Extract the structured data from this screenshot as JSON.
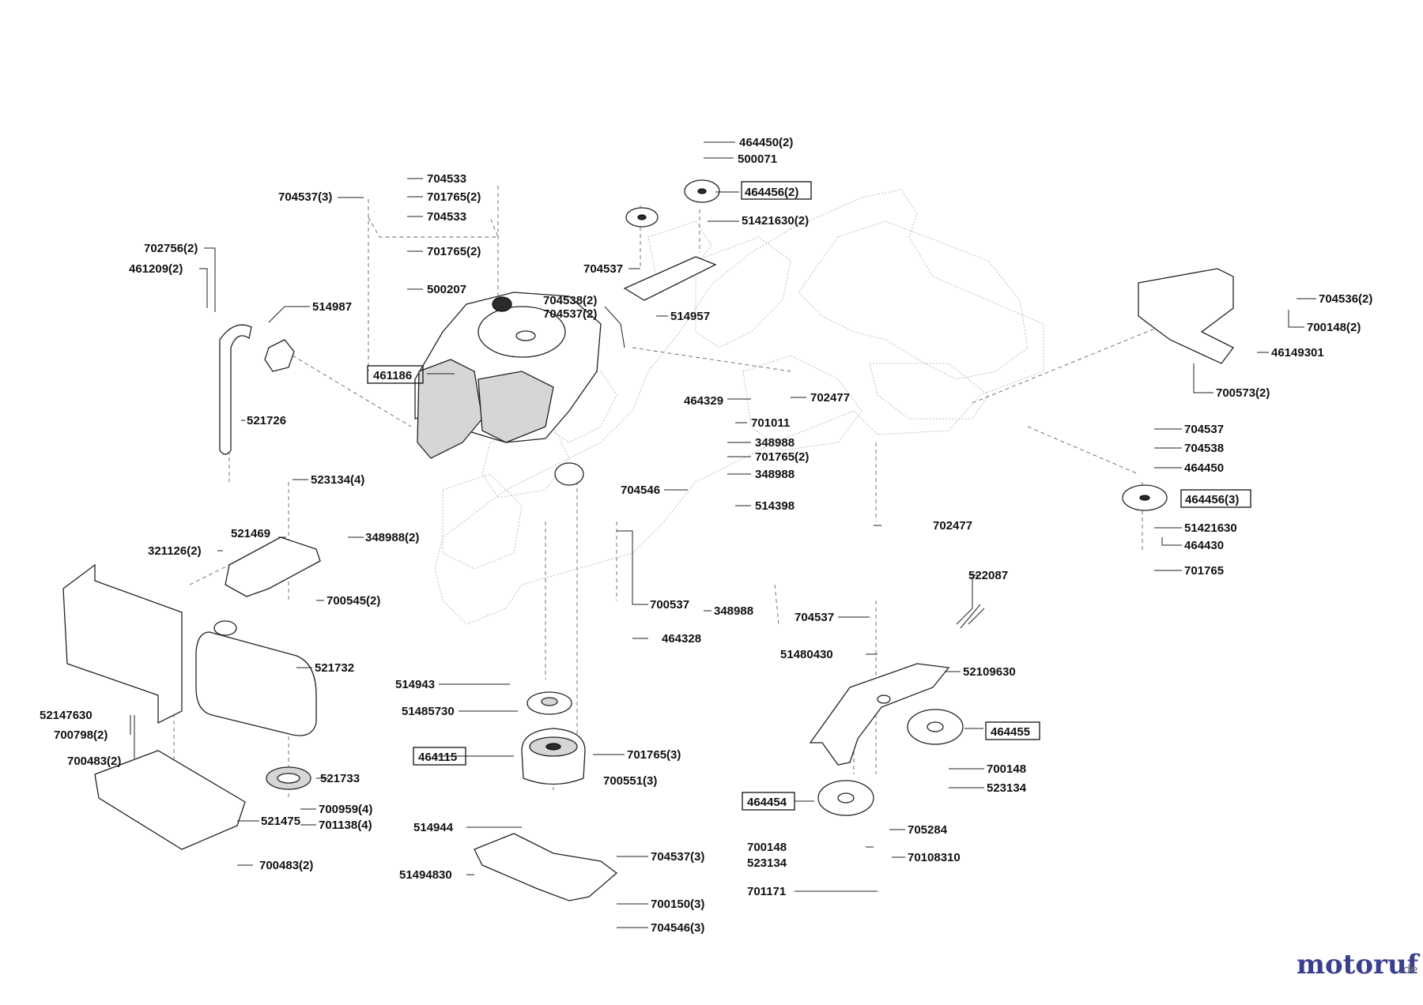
{
  "labels": [
    "464450(2)",
    "500071",
    "464456(2)",
    "51421630(2)",
    "704533",
    "701765(2)",
    "704533",
    "701765(2)",
    "500207",
    "704537(3)",
    "702756(2)",
    "461209(2)",
    "514987",
    "704537",
    "704538(2)",
    "704537(2)",
    "514957",
    "461186",
    "521726",
    "464329",
    "702477",
    "701011",
    "348988",
    "701765(2)",
    "348988",
    "704546",
    "514398",
    "523134(4)",
    "521469",
    "348988(2)",
    "321126(2)",
    "700545(2)",
    "702477",
    "700537",
    "348988",
    "464328",
    "704537",
    "522087",
    "51480430",
    "52109630",
    "521732",
    "514943",
    "51485730",
    "52147630",
    "700798(2)",
    "464115",
    "701765(3)",
    "700551(3)",
    "700483(2)",
    "521733",
    "464455",
    "700148",
    "523134",
    "464454",
    "700959(4)",
    "701138(4)",
    "521475",
    "514944",
    "705284",
    "700148",
    "523134",
    "70108310",
    "704537(3)",
    "51494830",
    "700150(3)",
    "700483(2)",
    "701171",
    "704546(3)",
    "704536(2)",
    "700148(2)",
    "46149301",
    "700573(2)",
    "704537",
    "704538",
    "464450",
    "464456(3)",
    "51421630",
    "464430",
    "701765"
  ],
  "brand": {
    "name": "motoruf",
    "suffix": ".de",
    "color_text": "#3a3f8f",
    "color_dot": "#e07a10"
  },
  "colors": {
    "line": "#222222",
    "frame": "#bdbdbd",
    "background": "#ffffff"
  }
}
